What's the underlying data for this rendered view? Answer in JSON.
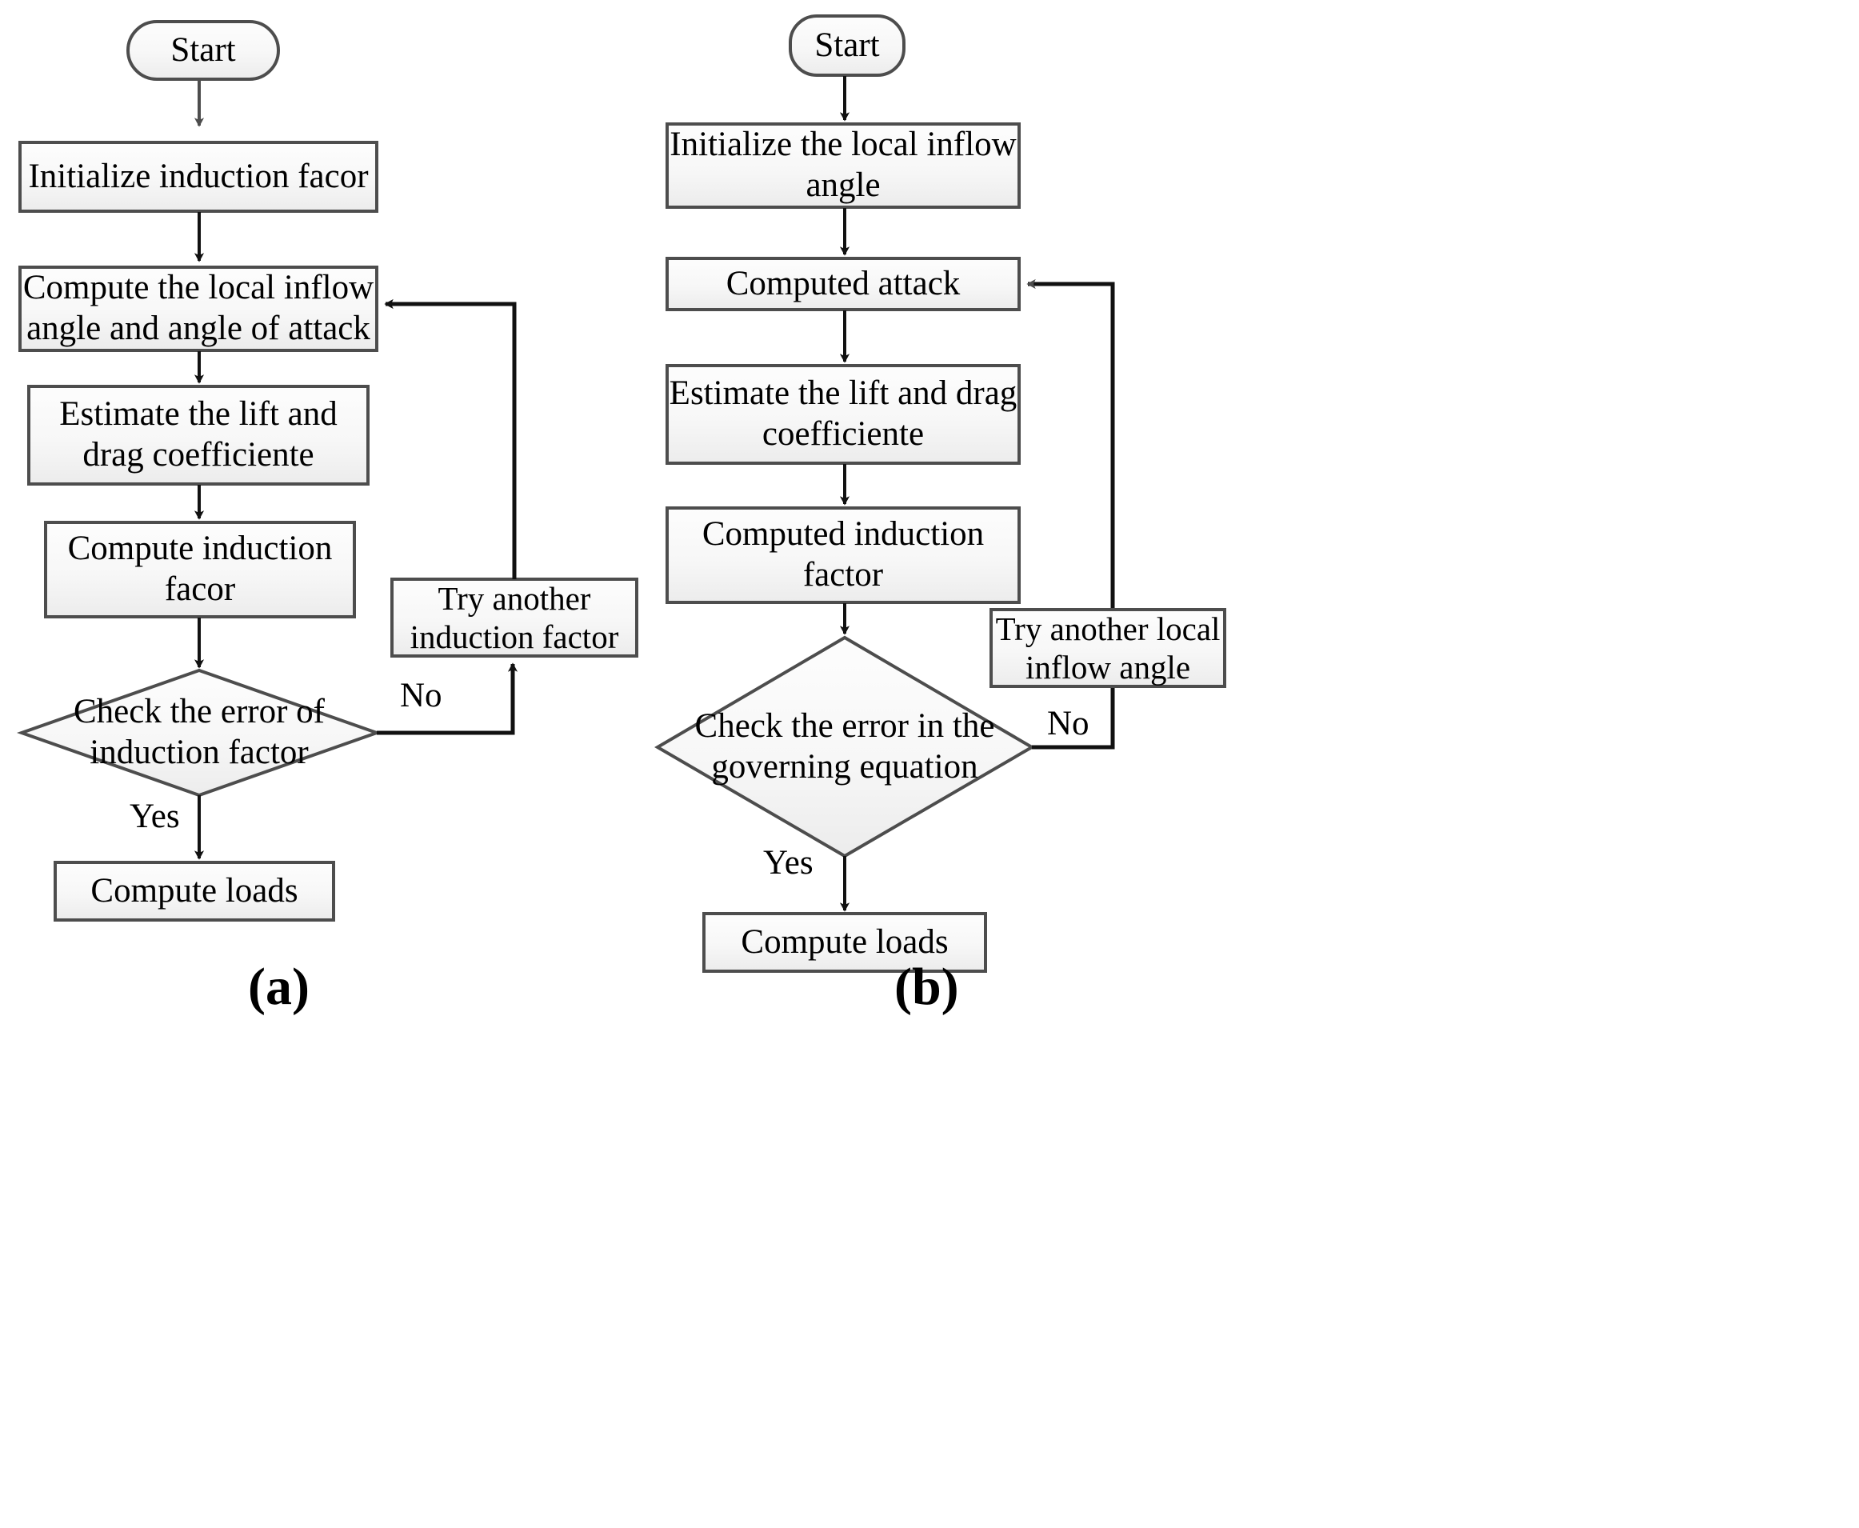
{
  "figure": {
    "type": "flowchart-pair",
    "background_color": "#ffffff",
    "shape_fill_top": "#fcfcfc",
    "shape_fill_bottom": "#eeeeee",
    "shape_stroke": "#4d4d4d",
    "connector_color": "#000000",
    "text_color": "#000000"
  },
  "panels": [
    {
      "id": "a",
      "caption": "(a)",
      "nodes": [
        {
          "id": "a-start",
          "kind": "terminator",
          "label": "Start"
        },
        {
          "id": "a-init",
          "kind": "process",
          "label": "Initialize induction facor"
        },
        {
          "id": "a-compute",
          "kind": "process",
          "label": "Compute the local inflow\nangle and angle of attack"
        },
        {
          "id": "a-estimate",
          "kind": "process",
          "label": "Estimate the lift and\ndrag coefficiente"
        },
        {
          "id": "a-induct",
          "kind": "process",
          "label": "Compute induction\nfacor"
        },
        {
          "id": "a-check",
          "kind": "decision",
          "label": "Check the error of\ninduction factor"
        },
        {
          "id": "a-retry",
          "kind": "process",
          "label": "Try another\ninduction factor"
        },
        {
          "id": "a-loads",
          "kind": "process",
          "label": "Compute loads"
        }
      ],
      "edges": [
        {
          "from": "a-start",
          "to": "a-init",
          "label": ""
        },
        {
          "from": "a-init",
          "to": "a-compute",
          "label": ""
        },
        {
          "from": "a-compute",
          "to": "a-estimate",
          "label": ""
        },
        {
          "from": "a-estimate",
          "to": "a-induct",
          "label": ""
        },
        {
          "from": "a-induct",
          "to": "a-check",
          "label": ""
        },
        {
          "from": "a-check",
          "to": "a-retry",
          "label": "No"
        },
        {
          "from": "a-retry",
          "to": "a-compute",
          "label": ""
        },
        {
          "from": "a-check",
          "to": "a-loads",
          "label": "Yes"
        }
      ],
      "edge_labels": {
        "no": "No",
        "yes": "Yes"
      }
    },
    {
      "id": "b",
      "caption": "(b)",
      "nodes": [
        {
          "id": "b-start",
          "kind": "terminator",
          "label": "Start"
        },
        {
          "id": "b-init",
          "kind": "process",
          "label": "Initialize the local inflow\nangle"
        },
        {
          "id": "b-attack",
          "kind": "process",
          "label": "Computed attack"
        },
        {
          "id": "b-estimate",
          "kind": "process",
          "label": "Estimate the lift and drag\ncoefficiente"
        },
        {
          "id": "b-induct",
          "kind": "process",
          "label": "Computed induction\nfactor"
        },
        {
          "id": "b-check",
          "kind": "decision",
          "label": "Check the error in the\ngoverning equation"
        },
        {
          "id": "b-retry",
          "kind": "process",
          "label": "Try another local\ninflow angle"
        },
        {
          "id": "b-loads",
          "kind": "process",
          "label": "Compute loads"
        }
      ],
      "edges": [
        {
          "from": "b-start",
          "to": "b-init",
          "label": ""
        },
        {
          "from": "b-init",
          "to": "b-attack",
          "label": ""
        },
        {
          "from": "b-attack",
          "to": "b-estimate",
          "label": ""
        },
        {
          "from": "b-estimate",
          "to": "b-induct",
          "label": ""
        },
        {
          "from": "b-induct",
          "to": "b-check",
          "label": ""
        },
        {
          "from": "b-check",
          "to": "b-retry",
          "label": "No"
        },
        {
          "from": "b-retry",
          "to": "b-attack",
          "label": ""
        },
        {
          "from": "b-check",
          "to": "b-loads",
          "label": "Yes"
        }
      ],
      "edge_labels": {
        "no": "No",
        "yes": "Yes"
      }
    }
  ]
}
